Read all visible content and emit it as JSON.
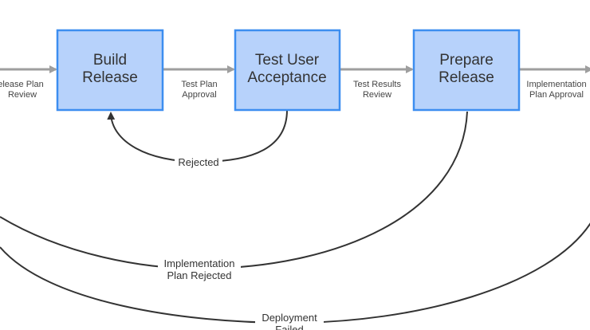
{
  "nodes": {
    "build_release": {
      "line1": "Build",
      "line2": "Release"
    },
    "test_user_acceptance": {
      "line1": "Test User",
      "line2": "Acceptance"
    },
    "prepare_release": {
      "line1": "Prepare",
      "line2": "Release"
    }
  },
  "edges": {
    "release_plan_review": {
      "line1": "elease Plan",
      "line2": "Review"
    },
    "test_plan_approval": {
      "line1": "Test Plan",
      "line2": "Approval"
    },
    "test_results_review": {
      "line1": "Test Results",
      "line2": "Review"
    },
    "implementation_plan_approval": {
      "line1": "Implementation",
      "line2": "Plan Approval"
    }
  },
  "feedback": {
    "rejected": {
      "line1": "Rejected"
    },
    "implementation_plan_rejected": {
      "line1": "Implementation",
      "line2": "Plan Rejected"
    },
    "deployment_failed": {
      "line1": "Deployment",
      "line2": "Failed"
    }
  },
  "colors": {
    "node_fill": "#b7d2fb",
    "node_border": "#3d8ef0",
    "flow_arrow": "#9e9e9e",
    "loop_line": "#333333"
  }
}
